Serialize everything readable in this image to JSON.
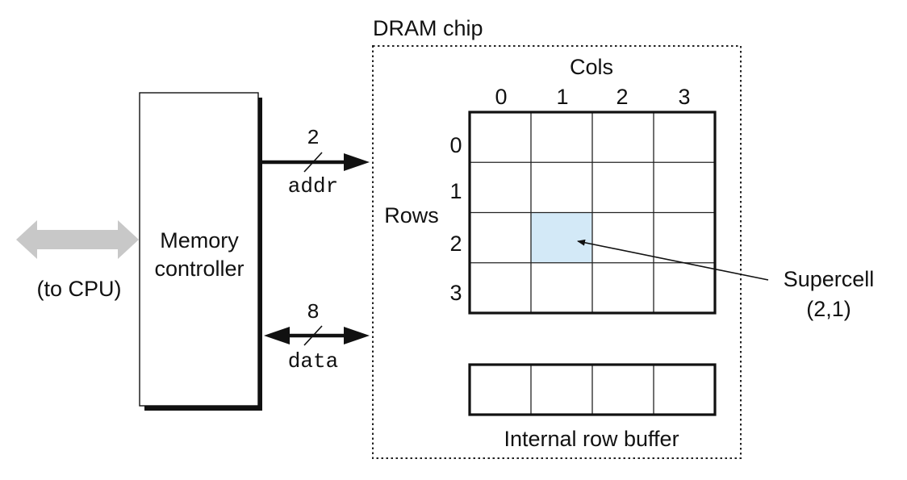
{
  "dram_chip": {
    "label": "DRAM chip"
  },
  "memory_controller": {
    "line1": "Memory",
    "line2": "controller"
  },
  "cpu_link": {
    "label": "(to CPU)"
  },
  "addr_bus": {
    "width": "2",
    "label": "addr"
  },
  "data_bus": {
    "width": "8",
    "label": "data"
  },
  "array": {
    "cols_label": "Cols",
    "rows_label": "Rows",
    "col_indices": [
      "0",
      "1",
      "2",
      "3"
    ],
    "row_indices": [
      "0",
      "1",
      "2",
      "3"
    ],
    "highlighted_cell": {
      "row": 2,
      "col": 1
    }
  },
  "supercell": {
    "line1": "Supercell",
    "line2": "(2,1)"
  },
  "row_buffer": {
    "label": "Internal row buffer",
    "cells": 4
  },
  "colors": {
    "highlight": "#d3e9f7",
    "cpu_arrow": "#c8c8c8",
    "ink": "#111111"
  }
}
